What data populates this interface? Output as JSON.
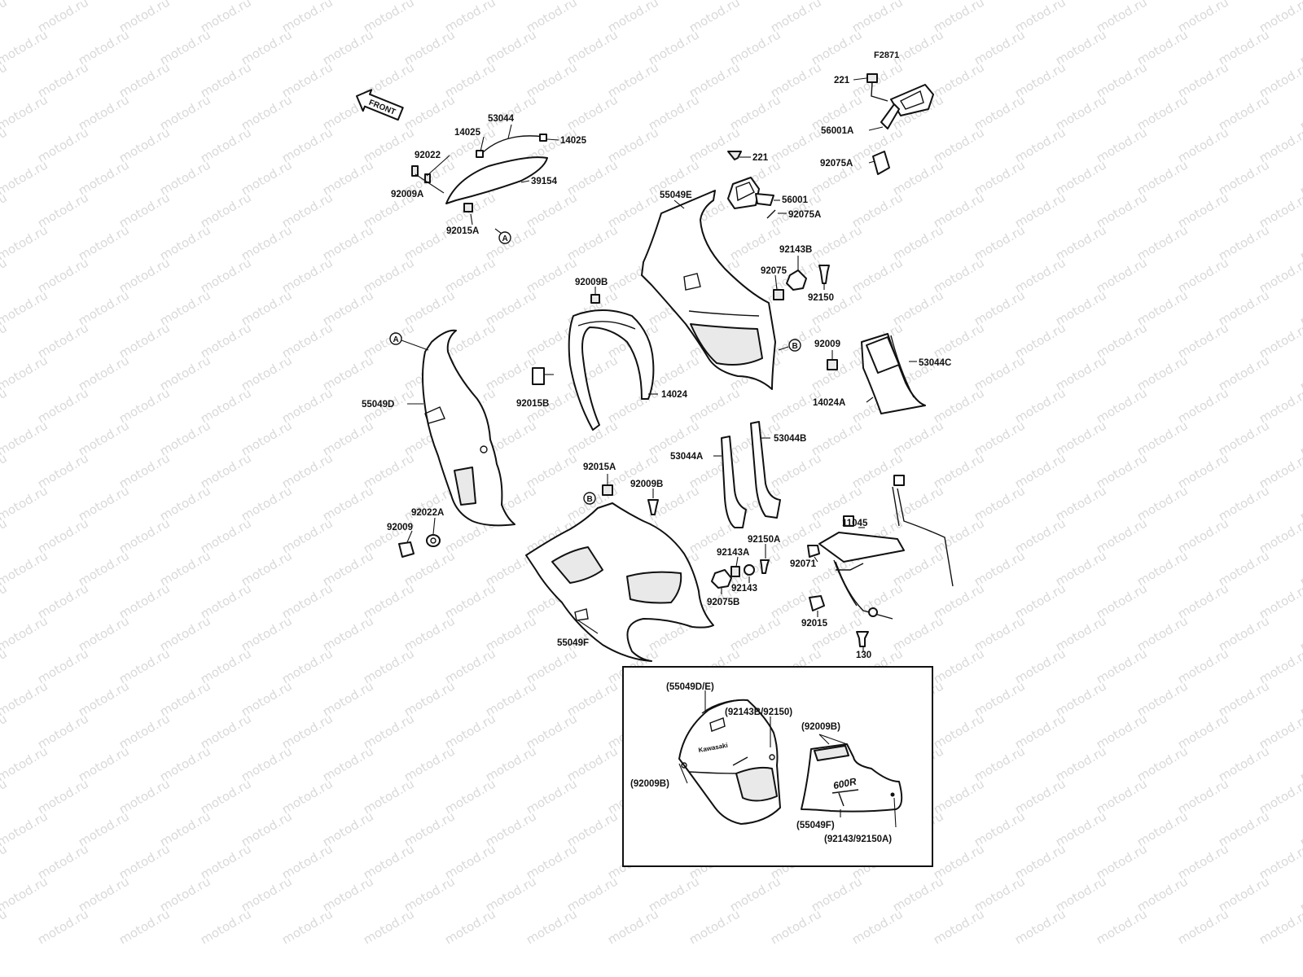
{
  "watermark": "motod.ru",
  "diagram_code": "F2871",
  "front_label": "FRONT",
  "circle_markers": {
    "a": "A",
    "b": "B"
  },
  "labels": {
    "p53044": "53044",
    "p14025a": "14025",
    "p14025b": "14025",
    "p92022": "92022",
    "p39154": "39154",
    "p92009A": "92009A",
    "p92015A_top": "92015A",
    "p221_top": "221",
    "p56001A": "56001A",
    "p92075A_top": "92075A",
    "p221": "221",
    "p56001": "56001",
    "p92075A": "92075A",
    "p55049E": "55049E",
    "p92143B": "92143B",
    "p92075": "92075",
    "p92150": "92150",
    "p92009B_top": "92009B",
    "p14024": "14024",
    "p92015B": "92015B",
    "p55049D": "55049D",
    "p92009_right": "92009",
    "p53044C": "53044C",
    "p14024A": "14024A",
    "p53044B": "53044B",
    "p53044A": "53044A",
    "p92015A_mid": "92015A",
    "p92009B_mid": "92009B",
    "p92022A": "92022A",
    "p92009_left": "92009",
    "p92150A": "92150A",
    "p92143A": "92143A",
    "p92143": "92143",
    "p92075B": "92075B",
    "p55049F": "55049F",
    "p11045": "11045",
    "p92071": "92071",
    "p92015": "92015",
    "p130": "130"
  },
  "inset": {
    "l1": "(55049D/E)",
    "l2": "(92143B/92150)",
    "l3": "(92009B)",
    "l4": "(92009B)",
    "l5": "(55049F)",
    "l6": "(92143/92150A)",
    "brand_text": "Kawasaki",
    "model_text": "600R"
  }
}
